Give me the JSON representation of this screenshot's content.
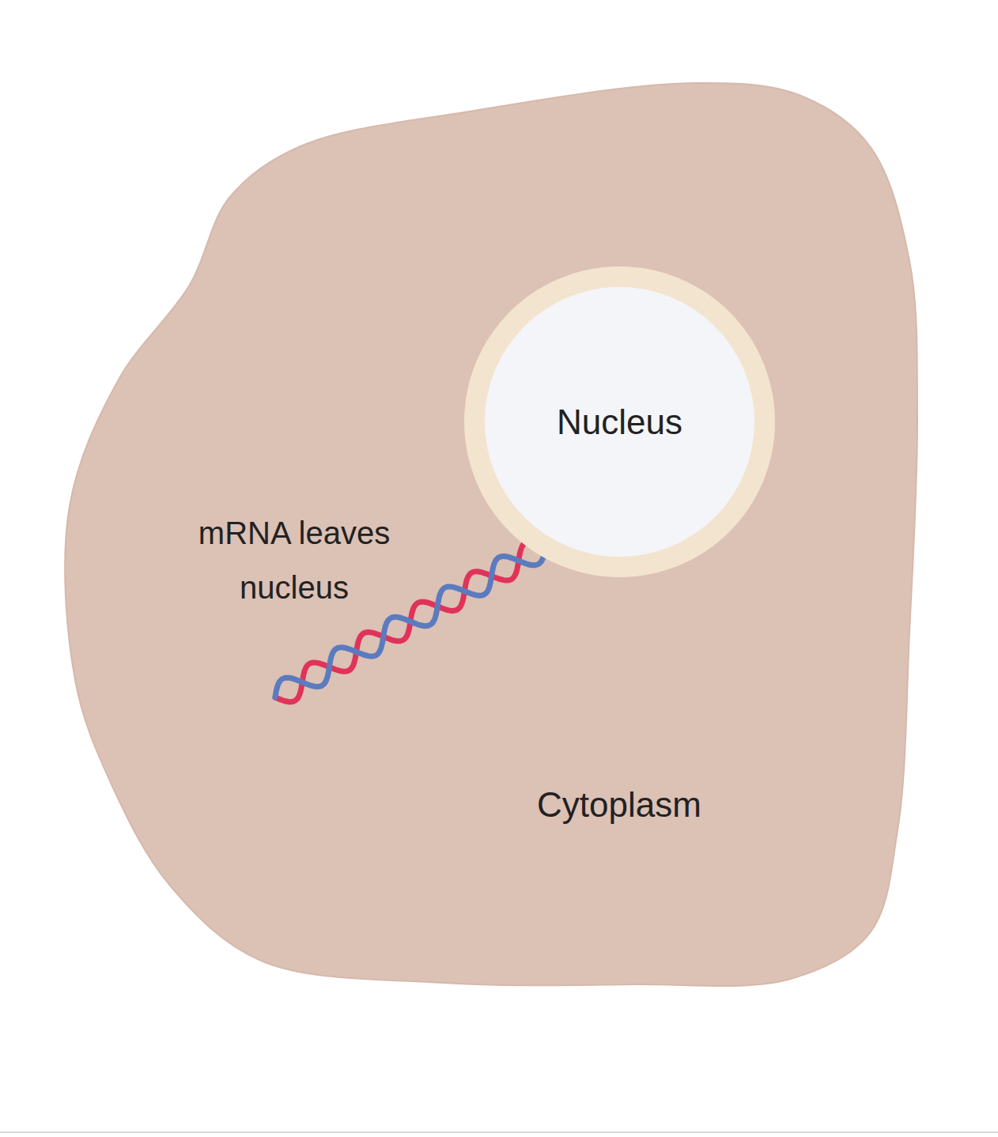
{
  "diagram": {
    "nodes": [
      {
        "text": [
          "Cytoplasm"
        ]
      },
      {
        "text": [
          "Nucleus"
        ],
        "in": 0
      }
    ],
    "labels": [
      "mRNA leaves nucleus"
    ]
  }
}
